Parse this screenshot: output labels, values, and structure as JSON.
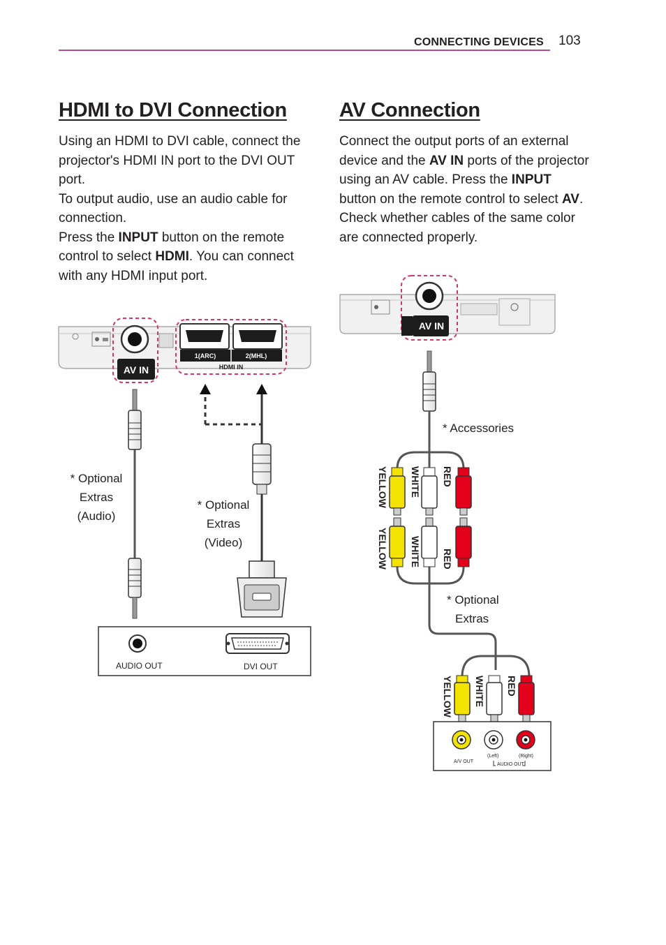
{
  "header": {
    "section": "CONNECTING DEVICES",
    "page_number": "103"
  },
  "left": {
    "title": "HDMI to DVI Connection",
    "p1": "Using an HDMI to DVI cable, connect the projector's HDMI IN port to the DVI OUT port.",
    "p2": "To output audio, use an audio cable for connection.",
    "p3_a": "Press the ",
    "p3_b": "INPUT",
    "p3_c": " button on the remote control to select ",
    "p3_d": "HDMI",
    "p3_e": ". You can connect with any HDMI input port.",
    "diagram": {
      "av_in_label": "AV IN",
      "hdmi1_label": "1(ARC)",
      "hdmi2_label": "2(MHL)",
      "hdmi_in_label": "HDMI IN",
      "audio_note_1": "* Optional",
      "audio_note_2": "Extras",
      "audio_note_3": "(Audio)",
      "video_note_1": "* Optional",
      "video_note_2": "Extras",
      "video_note_3": "(Video)",
      "audio_out_label": "AUDIO OUT",
      "dvi_out_label": "DVI OUT"
    }
  },
  "right": {
    "title": "AV Connection",
    "p1_a": "Connect the output ports of an external device and the ",
    "p1_b": "AV IN",
    "p1_c": " ports of the projector using an AV cable. Press the ",
    "p1_d": "INPUT",
    "p1_e": " button on the remote control to select ",
    "p1_f": "AV",
    "p1_g": ".",
    "p2": "Check whether cables of the same color are connected properly.",
    "diagram": {
      "av_in_label": "AV IN",
      "accessories_note": "* Accessories",
      "yellow": "YELLOW",
      "white": "WHITE",
      "red": "RED",
      "optional_1": "* Optional",
      "optional_2": "Extras",
      "av_out_label": "A/V OUT",
      "left_label": "(Left)",
      "right_label": "(Right)",
      "audio_out_label": "AUDIO OUT"
    }
  },
  "colors": {
    "accent_rule": "#b24c9a",
    "dashed_highlight": "#d6336c",
    "yellow_plug": "#f4e300",
    "red_plug": "#e3001b"
  }
}
